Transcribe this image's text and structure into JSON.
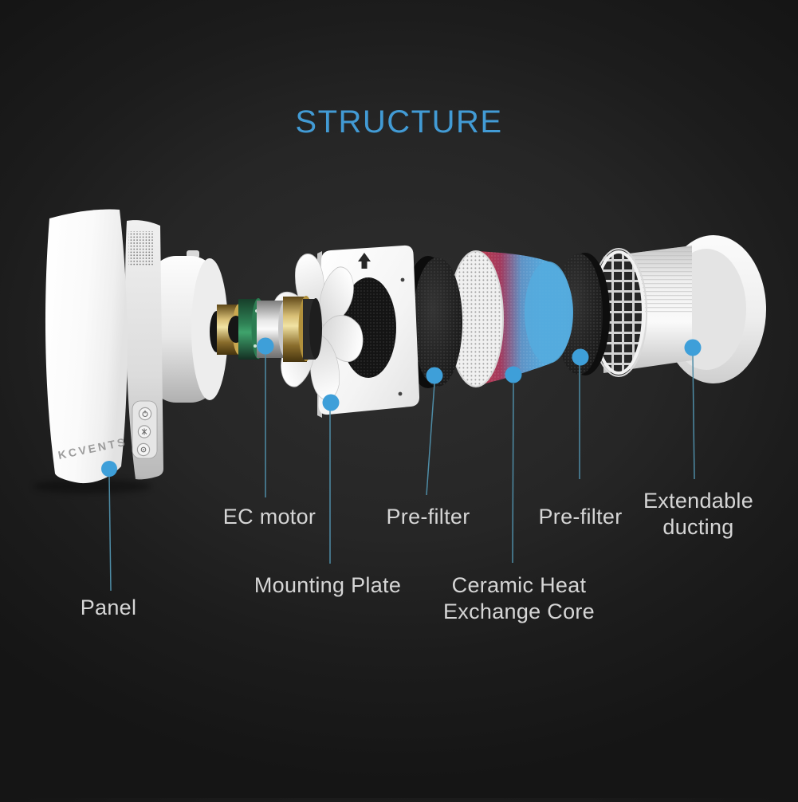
{
  "title": "STRUCTURE",
  "brand_logo": "KCVENTS",
  "labels": {
    "panel": "Panel",
    "ec_motor": "EC motor",
    "mounting_plate": "Mounting Plate",
    "pre_filter_left": "Pre-filter",
    "ceramic_core": "Ceramic Heat Exchange Core",
    "pre_filter_right": "Pre-filter",
    "ducting": "Extendable ducting"
  },
  "panel_buttons": [
    {
      "icon": "power-icon"
    },
    {
      "icon": "fan-icon"
    },
    {
      "icon": "mode-icon"
    }
  ],
  "colors": {
    "title_blue": "#429BD5",
    "marker_dot_blue": "#3E9FD9",
    "leader_line_blue": "#4E8CA6",
    "label_text": "#D6D6D6",
    "core_hot_red": "#B23A52",
    "core_cold_blue": "#52A6DA",
    "background_center": "#2E2E2E",
    "background_edge": "#151515"
  }
}
